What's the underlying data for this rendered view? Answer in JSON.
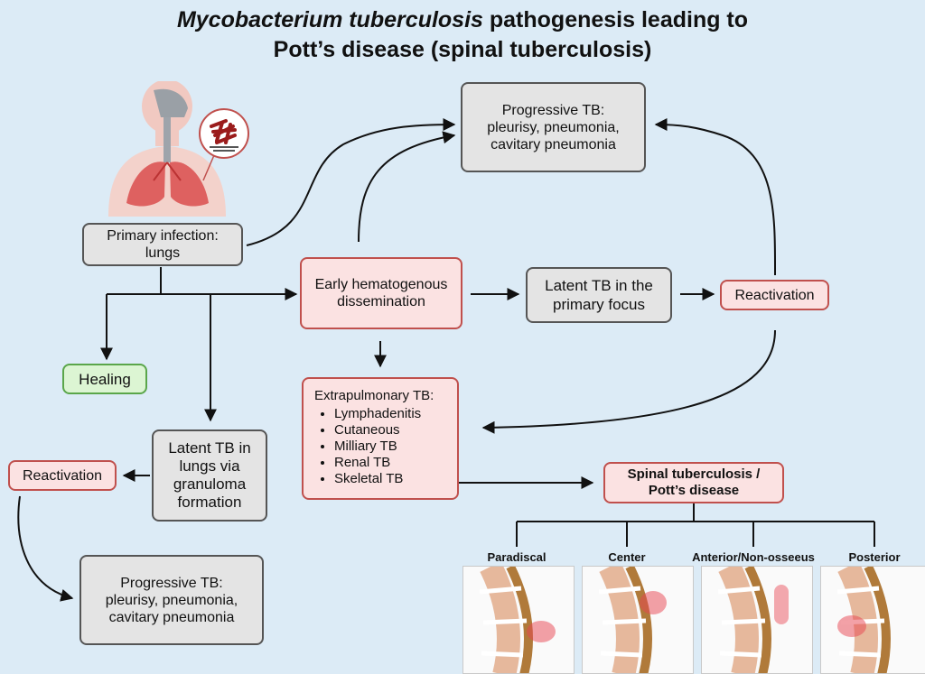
{
  "title": {
    "italic_part": "Mycobacterium tuberculosis",
    "line1_rest": " pathogenesis leading to",
    "line2": "Pott’s disease (spinal tuberculosis)"
  },
  "nodes": {
    "progressive_top": "Progressive TB:\npleurisy, pneumonia,\ncavitary pneumonia",
    "primary_infection": "Primary infection:\nlungs",
    "early_dissemination": "Early hematogenous\ndissemination",
    "latent_primary": "Latent TB in the\nprimary focus",
    "reactivation_right": "Reactivation",
    "healing": "Healing",
    "extrapulmonary_heading": "Extrapulmonary TB:",
    "extrapulmonary_items": [
      "Lymphadenitis",
      "Cutaneous",
      "Milliary TB",
      "Renal TB",
      "Skeletal TB"
    ],
    "latent_lungs": "Latent TB in\nlungs via\ngranuloma\nformation",
    "reactivation_left": "Reactivation",
    "progressive_bottom": "Progressive TB:\npleurisy, pneumonia,\ncavitary pneumonia",
    "spinal": "Spinal tuberculosis /\nPott’s disease"
  },
  "spinal_types": [
    "Paradiscal",
    "Center",
    "Anterior/Non-osseeus",
    "Posterior"
  ],
  "colors": {
    "background": "#dcebf6",
    "gray_box": "#e4e4e4",
    "pink_box": "#fbe2e2",
    "pink_border": "#c0504d",
    "green_box": "#dcf5d3",
    "green_border": "#5aa64a"
  }
}
